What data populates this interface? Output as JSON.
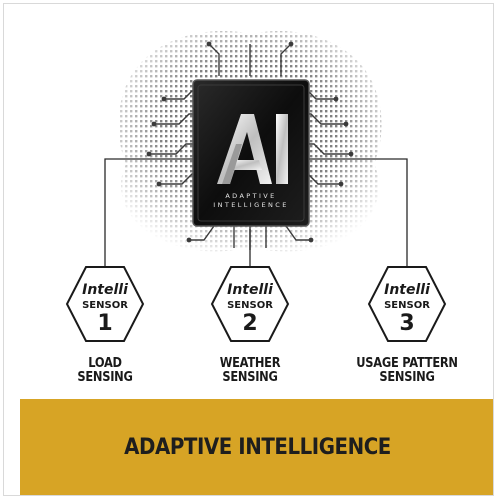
{
  "logo": {
    "mark": "AI",
    "caption_line1": "ADAPTIVE",
    "caption_line2": "INTELLIGENCE"
  },
  "sensors": [
    {
      "brand_top": "Intelli",
      "brand_bottom": "SENSOR",
      "number": "1",
      "caption_line1": "LOAD",
      "caption_line2": "SENSING"
    },
    {
      "brand_top": "Intelli",
      "brand_bottom": "SENSOR",
      "number": "2",
      "caption_line1": "WEATHER",
      "caption_line2": "SENSING"
    },
    {
      "brand_top": "Intelli",
      "brand_bottom": "SENSOR",
      "number": "3",
      "caption_line1": "USAGE PATTERN",
      "caption_line2": "SENSING"
    }
  ],
  "banner": {
    "title": "ADAPTIVE INTELLIGENCE"
  },
  "colors": {
    "banner": "#d7a425",
    "chip": "#151515",
    "circuit": "#4a4a4a",
    "text": "#1a1a1a"
  }
}
